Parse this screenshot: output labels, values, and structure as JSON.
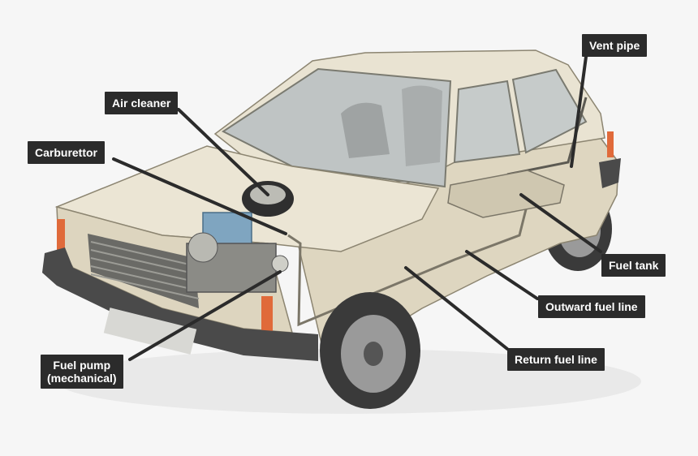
{
  "labels": {
    "air_cleaner": "Air cleaner",
    "carburettor": "Carburettor",
    "fuel_pump_line1": "Fuel pump",
    "fuel_pump_line2": "(mechanical)",
    "vent_pipe": "Vent pipe",
    "fuel_tank": "Fuel tank",
    "outward_fuel_line": "Outward fuel line",
    "return_fuel_line": "Return fuel line"
  },
  "colors": {
    "background": "#f6f6f6",
    "label_bg": "#2b2b2b",
    "label_text": "#ffffff",
    "leader_line": "#2b2b2b",
    "car_body": "#e6dfcc",
    "bumper": "#4a4a4a"
  }
}
